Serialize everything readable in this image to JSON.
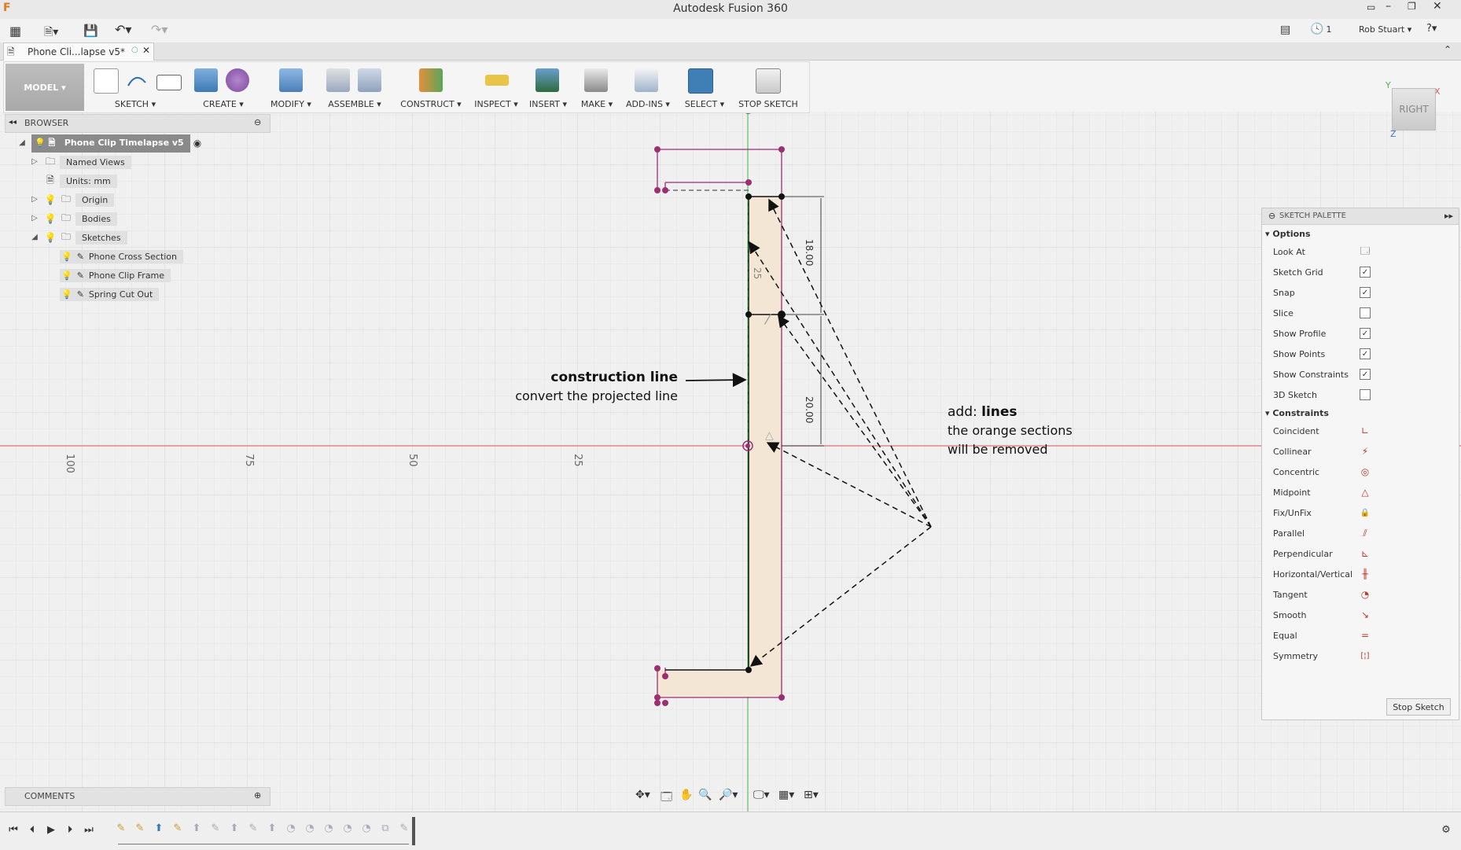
{
  "app": {
    "title": "Autodesk Fusion 360"
  },
  "user": {
    "name": "Rob Stuart",
    "job_count": "1"
  },
  "document": {
    "tab_label": "Phone Cli...lapse v5*"
  },
  "ribbon": {
    "mode": "MODEL",
    "groups": [
      {
        "label": "SKETCH"
      },
      {
        "label": "CREATE"
      },
      {
        "label": "MODIFY"
      },
      {
        "label": "ASSEMBLE"
      },
      {
        "label": "CONSTRUCT"
      },
      {
        "label": "INSPECT"
      },
      {
        "label": "INSERT"
      },
      {
        "label": "MAKE"
      },
      {
        "label": "ADD-INS"
      },
      {
        "label": "SELECT"
      },
      {
        "label": "STOP SKETCH"
      }
    ]
  },
  "browser": {
    "title": "BROWSER",
    "root": "Phone Clip Timelapse v5",
    "items": [
      {
        "label": "Named Views"
      },
      {
        "label": "Units: mm"
      },
      {
        "label": "Origin"
      },
      {
        "label": "Bodies"
      },
      {
        "label": "Sketches"
      }
    ],
    "sketches": [
      {
        "label": "Phone Cross Section"
      },
      {
        "label": "Phone Clip Frame"
      },
      {
        "label": "Spring Cut Out"
      }
    ]
  },
  "comments": {
    "title": "COMMENTS"
  },
  "viewcube": {
    "face": "RIGHT",
    "axis_x": "X",
    "axis_y": "Y",
    "axis_z": "Z"
  },
  "ruler": {
    "labels": [
      "100",
      "75",
      "50",
      "25"
    ],
    "top_label": "0"
  },
  "dimensions": {
    "d1": "18.00",
    "d2": "20.00",
    "d3": "25"
  },
  "annotations": {
    "construction_bold": "construction line",
    "construction_sub": "convert the projected line",
    "add_prefix": "add: ",
    "add_bold": "lines",
    "orange_line1": "the orange sections",
    "orange_line2": "will be removed"
  },
  "palette": {
    "title": "SKETCH PALETTE",
    "options_header": "Options",
    "options": [
      {
        "label": "Look At",
        "type": "button"
      },
      {
        "label": "Sketch Grid",
        "checked": true
      },
      {
        "label": "Snap",
        "checked": true
      },
      {
        "label": "Slice",
        "checked": false
      },
      {
        "label": "Show Profile",
        "checked": true
      },
      {
        "label": "Show Points",
        "checked": true
      },
      {
        "label": "Show Constraints",
        "checked": true
      },
      {
        "label": "3D Sketch",
        "checked": false
      }
    ],
    "constraints_header": "Constraints",
    "constraints": [
      {
        "label": "Coincident",
        "icon": "coincident-icon",
        "glyph": "∟"
      },
      {
        "label": "Collinear",
        "icon": "collinear-icon",
        "glyph": "⚡"
      },
      {
        "label": "Concentric",
        "icon": "concentric-icon",
        "glyph": "◎"
      },
      {
        "label": "Midpoint",
        "icon": "midpoint-icon",
        "glyph": "△"
      },
      {
        "label": "Fix/UnFix",
        "icon": "lock-icon",
        "glyph": "🔒"
      },
      {
        "label": "Parallel",
        "icon": "parallel-icon",
        "glyph": "⫽"
      },
      {
        "label": "Perpendicular",
        "icon": "perpendicular-icon",
        "glyph": "⊾"
      },
      {
        "label": "Horizontal/Vertical",
        "icon": "horizontal-vertical-icon",
        "glyph": "╫"
      },
      {
        "label": "Tangent",
        "icon": "tangent-icon",
        "glyph": "◔"
      },
      {
        "label": "Smooth",
        "icon": "smooth-icon",
        "glyph": "↘"
      },
      {
        "label": "Equal",
        "icon": "equal-icon",
        "glyph": "="
      },
      {
        "label": "Symmetry",
        "icon": "symmetry-icon",
        "glyph": "[¦]"
      }
    ],
    "stop_button": "Stop Sketch"
  },
  "colors": {
    "profile_fill": "#f3e6d4",
    "sketch_magenta": "#9b2f72",
    "axis_red": "#e05a5a",
    "axis_green": "#3cb34a",
    "constraint_red": "#c0392b"
  }
}
